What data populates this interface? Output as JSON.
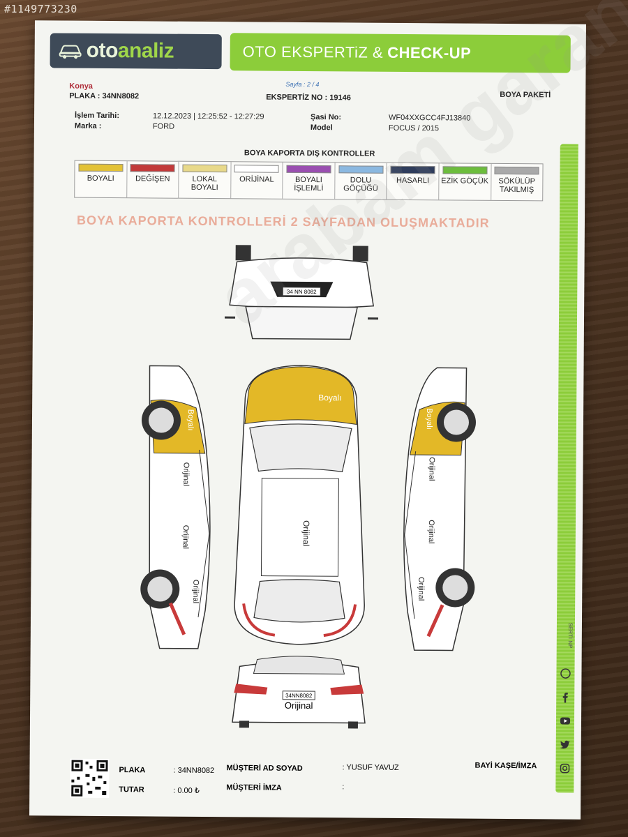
{
  "photo_id": "#1149773230",
  "header": {
    "logo_prefix": "oto",
    "logo_suffix": "analiz",
    "banner_light": "OTO EKSPERTiZ &",
    "banner_bold": "CHECK-UP"
  },
  "info": {
    "city": "Konya",
    "page": "Sayfa : 2 / 4",
    "plate_label": "PLAKA : 34NN8082",
    "ekspertiz_label": "EKSPERTİZ NO : 19146",
    "package": "BOYA PAKETİ",
    "date_label": "İşlem Tarihi:",
    "date_value": "12.12.2023 | 12:25:52 - 12:27:29",
    "brand_label": "Marka :",
    "brand_value": "FORD",
    "chassis_label": "Şasi No:",
    "chassis_value": "WF04XXGCC4FJ13840",
    "model_label": "Model",
    "model_value": "FOCUS / 2015"
  },
  "section_title": "BOYA KAPORTA DIŞ KONTROLLER",
  "legend": [
    {
      "label": "BOYALI",
      "color": "#e3c236"
    },
    {
      "label": "DEĞİŞEN",
      "color": "#c23a3a"
    },
    {
      "label": "LOKAL BOYALI",
      "color": "#e8d98a"
    },
    {
      "label": "ORİJİNAL",
      "color": "#ffffff"
    },
    {
      "label": "BOYALI İŞLEMLİ",
      "color": "#9a4fb0"
    },
    {
      "label": "DOLU GÖÇÜĞÜ",
      "color": "#8bb8e0"
    },
    {
      "label": "HASARLI",
      "color": "#2f3d5c"
    },
    {
      "label": "EZİK GÖÇÜK",
      "color": "#6cbd3c"
    },
    {
      "label": "SÖKÜLÜP TAKILMIŞ",
      "color": "#a9a9a9"
    }
  ],
  "warning": "BOYA KAPORTA KONTROLLERİ 2 SAYFADAN OLUŞMAKTADIR",
  "diagram": {
    "front_plate": "34 NN 8082",
    "rear_plate": "34NN8082",
    "labels": {
      "hood": "Boyalı",
      "left_front_fender": "Boyalı",
      "right_front_fender": "Boyalı",
      "roof": "Orijinal",
      "left_front_door": "Orijinal",
      "left_rear_door": "Orijinal",
      "left_rear_fender": "Orijinal",
      "right_front_door": "Orijinal",
      "right_rear_door": "Orijinal",
      "right_rear_fender": "Orijinal",
      "trunk": "Orijinal"
    },
    "colors": {
      "painted": "#e3b827",
      "body": "#ffffff",
      "outline": "#333333",
      "accent": "#c83a3a"
    }
  },
  "overlay_watermark": "arabam garanti .com",
  "side_text": "SERTİ NP",
  "footer": {
    "plate_label": "PLAKA",
    "plate_value": ": 34NN8082",
    "customer_label": "MÜŞTERİ AD SOYAD",
    "customer_value": ": YUSUF YAVUZ",
    "dealer_label": "BAYİ KAŞE/İMZA",
    "amount_label": "TUTAR",
    "amount_value": ": 0.00 ₺",
    "signature_label": "MÜŞTERİ İMZA",
    "signature_value": ":"
  },
  "social_icons": [
    "whatsapp-icon",
    "facebook-icon",
    "youtube-icon",
    "twitter-icon",
    "instagram-icon"
  ]
}
